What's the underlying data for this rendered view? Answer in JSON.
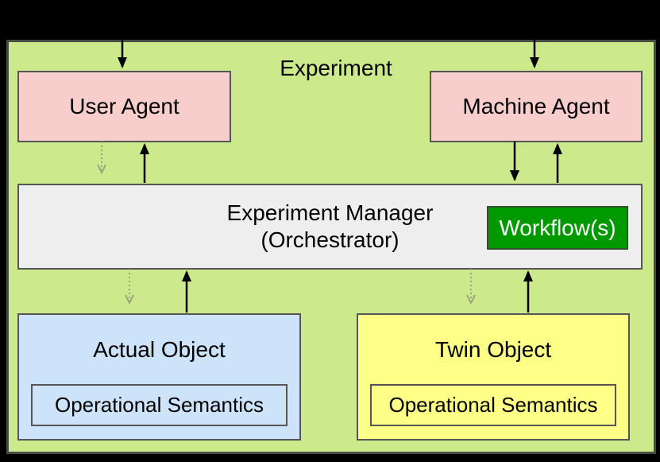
{
  "diagram": {
    "title": "Experiment",
    "nodes": {
      "user_agent": {
        "label": "User Agent"
      },
      "machine_agent": {
        "label": "Machine Agent"
      },
      "experiment_manager": {
        "label_line1": "Experiment Manager",
        "label_line2": "(Orchestrator)"
      },
      "workflow": {
        "label": "Workflow(s)"
      },
      "actual_object": {
        "label": "Actual Object",
        "sub_label": "Operational Semantics"
      },
      "twin_object": {
        "label": "Twin Object",
        "sub_label": "Operational Semantics"
      }
    },
    "colors": {
      "canvas_background": "#000000",
      "boundary_fill": "#cce98c",
      "boundary_border": "#474d43",
      "agent_fill": "#f8cecc",
      "manager_fill": "#eeeeee",
      "workflow_fill": "#009a00",
      "workflow_text": "#ffffff",
      "actual_object_fill": "#cce3fa",
      "twin_object_fill": "#feff87",
      "box_border": "#565656",
      "solid_arrow": "#000000",
      "dotted_arrow": "#9aa77b"
    }
  }
}
